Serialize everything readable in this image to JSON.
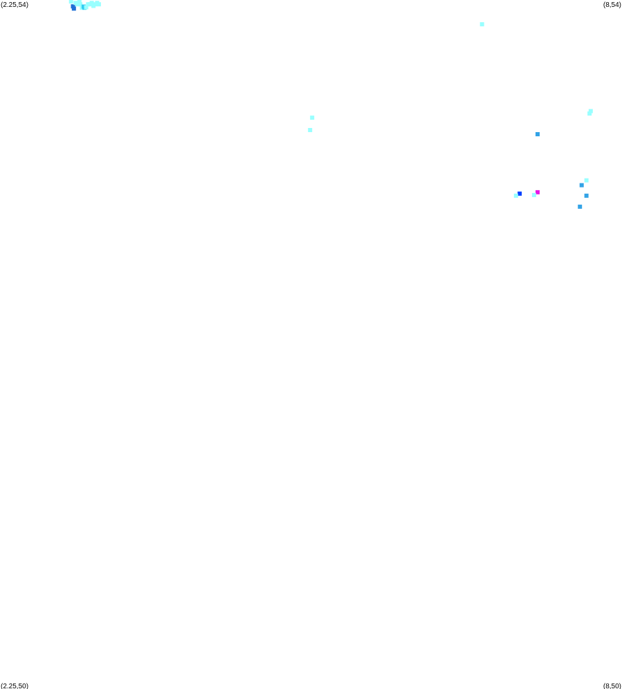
{
  "corner_labels": {
    "top_left": "(2.25,54)",
    "top_right": "(8,54)",
    "bottom_left": "(2.25,50)",
    "bottom_right": "(8,50)"
  },
  "chart_data": {
    "type": "scatter",
    "title": "",
    "xlabel": "",
    "ylabel": "",
    "xlim": [
      2.25,
      8
    ],
    "ylim": [
      50,
      54
    ],
    "grid": false,
    "legend": "none",
    "points": [
      {
        "x": 2.907,
        "y": 53.991,
        "color": "#99ffff"
      },
      {
        "x": 2.925,
        "y": 53.963,
        "color": "#1e6fd6"
      },
      {
        "x": 2.933,
        "y": 53.95,
        "color": "#1e6fd6"
      },
      {
        "x": 2.949,
        "y": 53.983,
        "color": "#99ffff"
      },
      {
        "x": 2.966,
        "y": 53.975,
        "color": "#99ffff"
      },
      {
        "x": 2.984,
        "y": 53.991,
        "color": "#99ffff"
      },
      {
        "x": 2.992,
        "y": 53.975,
        "color": "#99ffff"
      },
      {
        "x": 3.008,
        "y": 53.955,
        "color": "#99ffff"
      },
      {
        "x": 3.023,
        "y": 53.962,
        "color": "#33ccf2"
      },
      {
        "x": 3.031,
        "y": 53.955,
        "color": "#33ccf2"
      },
      {
        "x": 3.047,
        "y": 53.958,
        "color": "#99ffff"
      },
      {
        "x": 3.064,
        "y": 53.975,
        "color": "#99ffff"
      },
      {
        "x": 3.081,
        "y": 53.975,
        "color": "#99ffff"
      },
      {
        "x": 3.098,
        "y": 53.983,
        "color": "#99ffff"
      },
      {
        "x": 3.114,
        "y": 53.966,
        "color": "#99ffff"
      },
      {
        "x": 3.131,
        "y": 53.975,
        "color": "#99ffff"
      },
      {
        "x": 3.148,
        "y": 53.983,
        "color": "#99ffff"
      },
      {
        "x": 3.164,
        "y": 53.975,
        "color": "#99ffff"
      },
      {
        "x": 6.706,
        "y": 53.859,
        "color": "#99ffff"
      },
      {
        "x": 5.136,
        "y": 53.317,
        "color": "#99ffff"
      },
      {
        "x": 5.117,
        "y": 53.245,
        "color": "#99ffff"
      },
      {
        "x": 7.711,
        "y": 53.355,
        "color": "#99ffff"
      },
      {
        "x": 7.7,
        "y": 53.341,
        "color": "#99ffff"
      },
      {
        "x": 7.22,
        "y": 53.221,
        "color": "#33a3e6"
      },
      {
        "x": 7.671,
        "y": 52.953,
        "color": "#99ffff"
      },
      {
        "x": 7.627,
        "y": 52.925,
        "color": "#33a3e6"
      },
      {
        "x": 7.22,
        "y": 52.884,
        "color": "#e61ae6"
      },
      {
        "x": 7.054,
        "y": 52.876,
        "color": "#0040ff"
      },
      {
        "x": 7.02,
        "y": 52.864,
        "color": "#99ffff"
      },
      {
        "x": 7.187,
        "y": 52.868,
        "color": "#99ffff"
      },
      {
        "x": 7.671,
        "y": 52.864,
        "color": "#33a3e6"
      },
      {
        "x": 7.611,
        "y": 52.8,
        "color": "#33a3e6"
      }
    ]
  }
}
